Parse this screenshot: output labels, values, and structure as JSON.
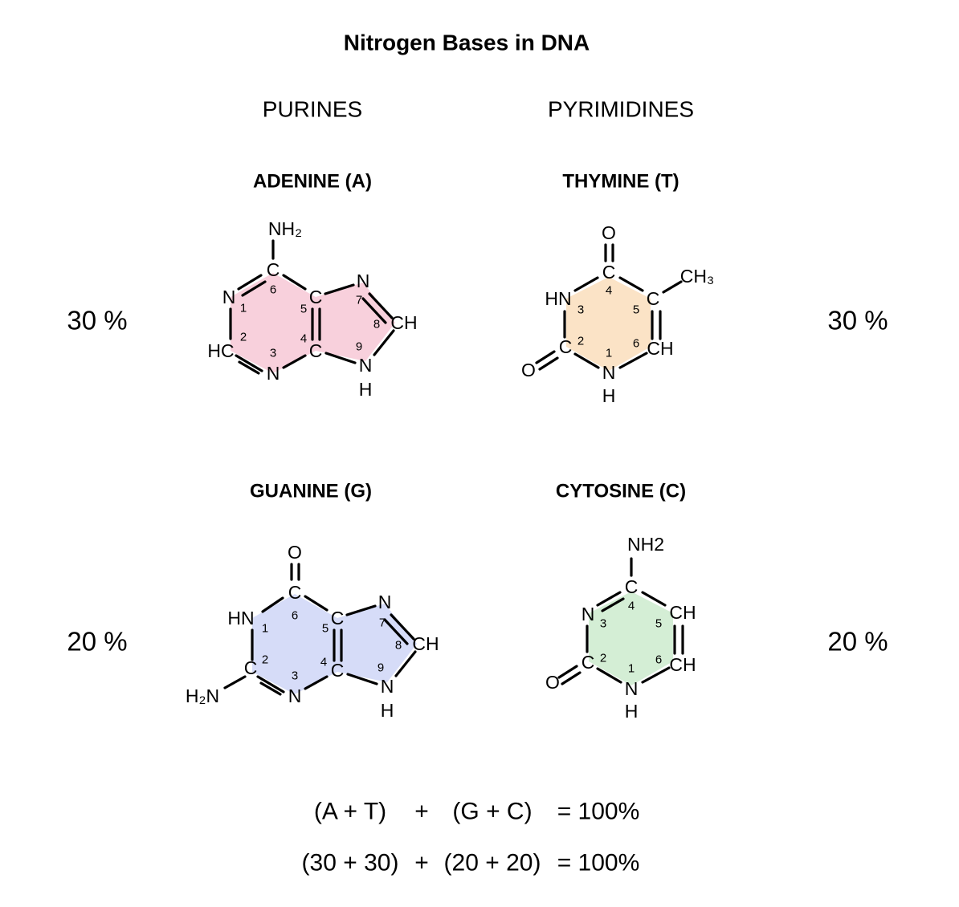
{
  "title": "Nitrogen Bases in DNA",
  "headings": {
    "purines": "PURINES",
    "pyrimidines": "PYRIMIDINES"
  },
  "colors": {
    "adenine": "#f8d0dc",
    "thymine": "#fbe3c6",
    "guanine": "#d6dcf8",
    "cytosine": "#d4eed5"
  },
  "adenine": {
    "name": "ADENINE (A)",
    "percent": "30 %",
    "atoms": [
      "NH₂",
      "C",
      "N",
      "C",
      "N",
      "CH",
      "HC",
      "C",
      "N",
      "N",
      "H"
    ],
    "numbers": [
      "6",
      "1",
      "5",
      "7",
      "8",
      "2",
      "4",
      "3",
      "9"
    ]
  },
  "guanine": {
    "name": "GUANINE (G)",
    "percent": "20 %",
    "atoms": [
      "O",
      "C",
      "HN",
      "C",
      "N",
      "CH",
      "C",
      "C",
      "N",
      "N",
      "H",
      "H₂N"
    ],
    "numbers": [
      "6",
      "1",
      "5",
      "7",
      "8",
      "2",
      "4",
      "3",
      "9"
    ]
  },
  "thymine": {
    "name": "THYMINE (T)",
    "percent": "30 %",
    "atoms": [
      "O",
      "C",
      "HN",
      "C",
      "CH₃",
      "C",
      "CH",
      "N",
      "H",
      "O"
    ],
    "numbers": [
      "4",
      "3",
      "5",
      "2",
      "6",
      "1"
    ]
  },
  "cytosine": {
    "name": "CYTOSINE (C)",
    "percent": "20 %",
    "atoms": [
      "NH2",
      "C",
      "N",
      "CH",
      "C",
      "CH",
      "N",
      "H",
      "O"
    ],
    "numbers": [
      "4",
      "3",
      "5",
      "2",
      "6",
      "1"
    ]
  },
  "equations": [
    {
      "left": "(A + T)",
      "plus": "+",
      "right": "(G + C)",
      "result": "= 100%"
    },
    {
      "left": "(30 + 30)",
      "plus": "+",
      "right": "(20 + 20)",
      "result": "= 100%"
    }
  ]
}
